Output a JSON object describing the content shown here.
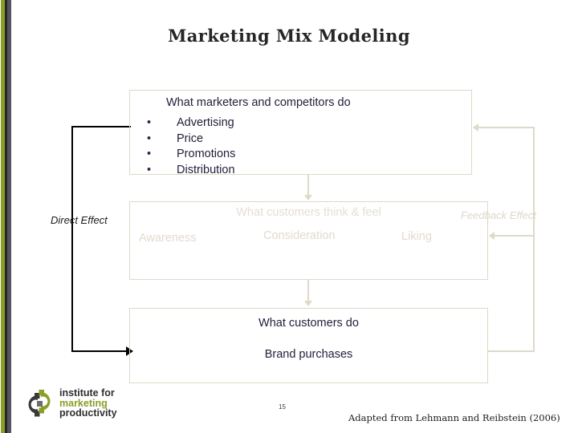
{
  "slide": {
    "title": "Marketing Mix Modeling",
    "page_number": "15",
    "credit": "Adapted from Lehmann and Reibstein (2006)"
  },
  "colors": {
    "stripe_olive": "#8a9e28",
    "stripe_dark": "#262626",
    "stripe_slate": "#55555f",
    "connector": "#ded9c9",
    "faded_text": "#e0dbcc",
    "dark_text": "#22213a",
    "direct_path": "#000000"
  },
  "diagram": {
    "boxes": [
      {
        "id": "marketers",
        "heading": "What marketers and competitors do",
        "bullets": [
          "Advertising",
          "Price",
          "Promotions",
          "Distribution"
        ],
        "bullet_glyph": "•"
      },
      {
        "id": "customers-think",
        "heading": "What customers think & feel",
        "stages": [
          "Awareness",
          "Consideration",
          "Liking"
        ]
      },
      {
        "id": "customers-do",
        "heading": "What customers do",
        "subline": "Brand purchases"
      }
    ],
    "labels": {
      "direct_effect": "Direct Effect",
      "feedback_effect": "Feedback Effect"
    }
  },
  "logo": {
    "line1": "institute for",
    "line2": "marketing",
    "line3": "productivity"
  }
}
